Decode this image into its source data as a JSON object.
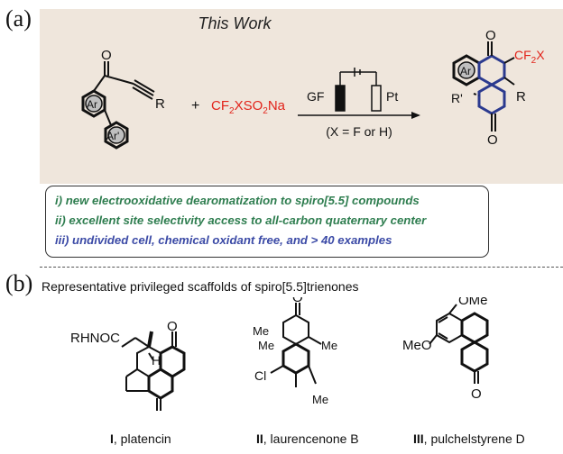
{
  "part_a": {
    "label": "(a)",
    "title": "This Work",
    "reactant_1": {
      "carbonyl_atom": "O",
      "ring_1_label": "Ar",
      "ring_2_label": "Ar'",
      "substituent": "R"
    },
    "plus": "+",
    "reagent": {
      "prefix": "CF",
      "sub2": "2",
      "mid": "XSO",
      "sub2b": "2",
      "suffix": "Na",
      "color": "#e2231a"
    },
    "electrodes": {
      "anode": "GF",
      "cathode": "Pt"
    },
    "condition": "(X = F or H)",
    "product": {
      "top_o": "O",
      "cf2x_prefix": "CF",
      "cf2x_sub": "2",
      "cf2x_suffix": "X",
      "r": "R",
      "rprime": "R'",
      "bottom_o": "O",
      "ring_label": "Ar",
      "bond_color": "#2b3a8f"
    },
    "highlights": [
      "i) new electrooxidative dearomatization to spiro[5.5] compounds",
      "ii) excellent site selectivity access to all-carbon quaternary center",
      "iii) undivided cell, chemical oxidant free, and > 40 examples"
    ]
  },
  "part_b": {
    "label": "(b)",
    "caption": "Representative privileged scaffolds of spiro[5.5]trienones",
    "compounds": [
      {
        "numeral": "I",
        "name": ", platencin",
        "atoms": {
          "o": "O",
          "rhnoc": "RHNOC",
          "h": "H"
        }
      },
      {
        "numeral": "II",
        "name": ", laurencenone B",
        "atoms": {
          "o": "O",
          "me1": "Me",
          "me2": "Me",
          "me3": "Me",
          "me4": "Me",
          "cl": "Cl"
        }
      },
      {
        "numeral": "III",
        "name": ", pulchelstyrene D",
        "atoms": {
          "ome": "OMe",
          "meo": "MeO",
          "o": "O"
        }
      }
    ]
  }
}
